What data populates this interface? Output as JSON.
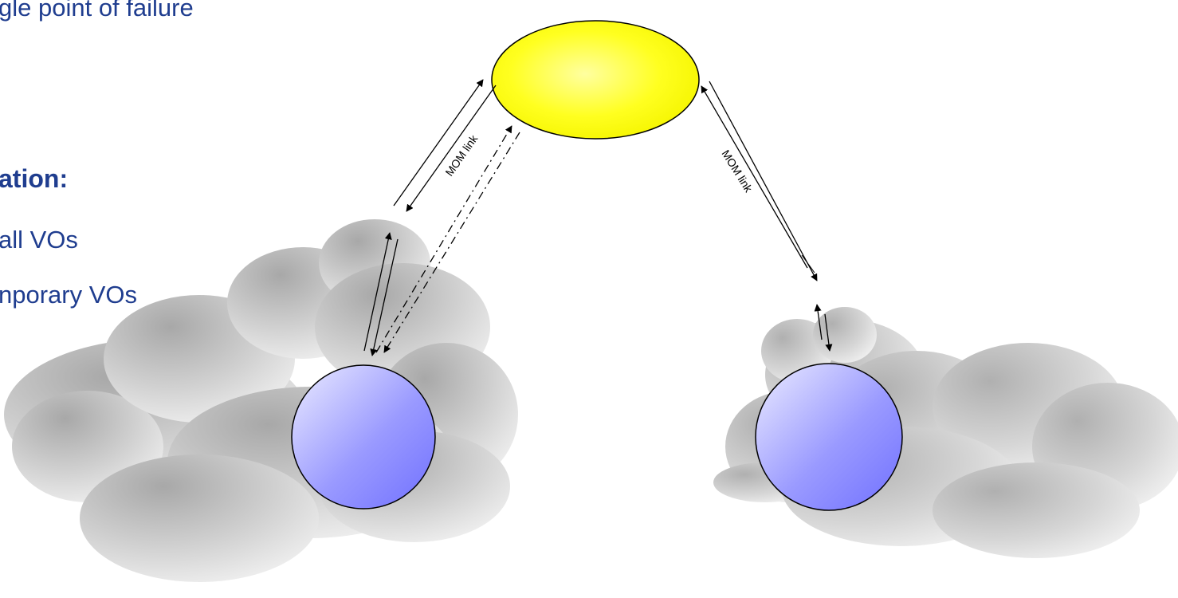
{
  "slide": {
    "bullet_text": "gle point of failure",
    "heading_text": "ation:",
    "sub_items": [
      "all VOs",
      "nporary VOs"
    ]
  },
  "diagram": {
    "links": {
      "left_label": "MOM link",
      "right_label": "MOM link"
    },
    "colors": {
      "central_node": "#ffff00",
      "vo_node": "#8080ff",
      "cloud": "#c8c8c8",
      "text": "#1f3d8f"
    }
  }
}
